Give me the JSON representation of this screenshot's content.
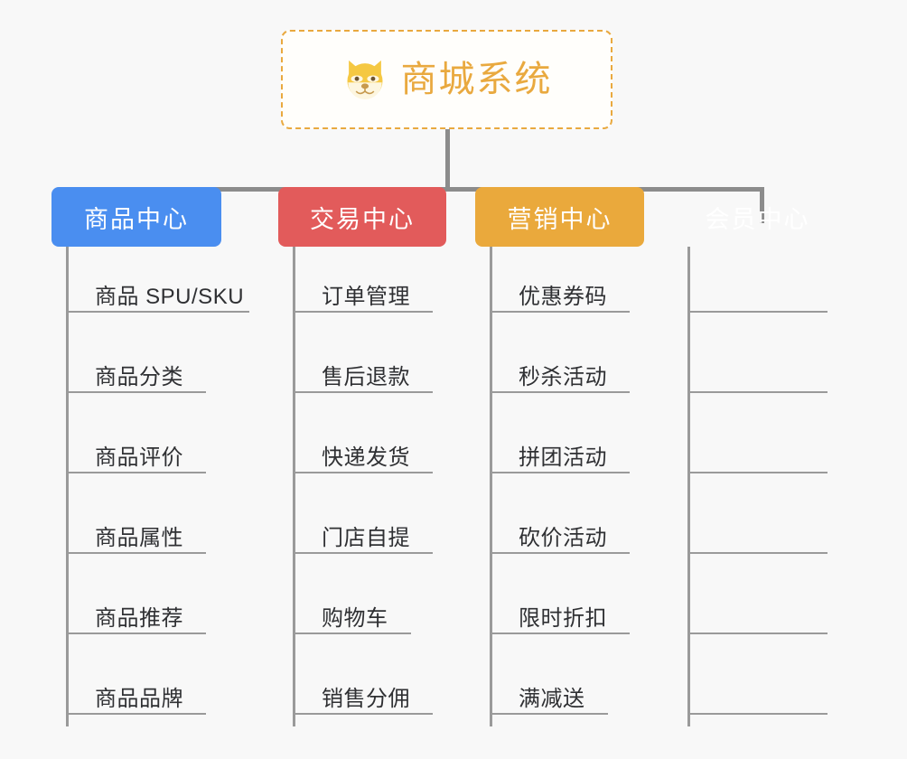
{
  "root": {
    "title": "商城系统",
    "icon": "dog-face-emoji",
    "border_color": "#e9a93f",
    "text_color": "#e9a93f"
  },
  "background_color": "#f8f8f8",
  "connector_color": "#8c8c8c",
  "columns": [
    {
      "id": "product-center",
      "title": "商品中心",
      "color": "#4a8ef0",
      "items": [
        {
          "label": "商品 SPU/SKU"
        },
        {
          "label": "商品分类"
        },
        {
          "label": "商品评价"
        },
        {
          "label": "商品属性"
        },
        {
          "label": "商品推荐"
        },
        {
          "label": "商品品牌"
        }
      ]
    },
    {
      "id": "trade-center",
      "title": "交易中心",
      "color": "#e25b5b",
      "items": [
        {
          "label": "订单管理"
        },
        {
          "label": "售后退款"
        },
        {
          "label": "快递发货"
        },
        {
          "label": "门店自提"
        },
        {
          "label": "购物车"
        },
        {
          "label": "销售分佣"
        }
      ]
    },
    {
      "id": "marketing-center",
      "title": "营销中心",
      "color": "#eaa93c",
      "items": [
        {
          "label": "优惠券码"
        },
        {
          "label": "秒杀活动"
        },
        {
          "label": "拼团活动"
        },
        {
          "label": "砍价活动"
        },
        {
          "label": "限时折扣"
        },
        {
          "label": "满减送"
        }
      ]
    },
    {
      "id": "member-center",
      "title": "会员中心",
      "color": "#79c council"
    }
  ]
}
